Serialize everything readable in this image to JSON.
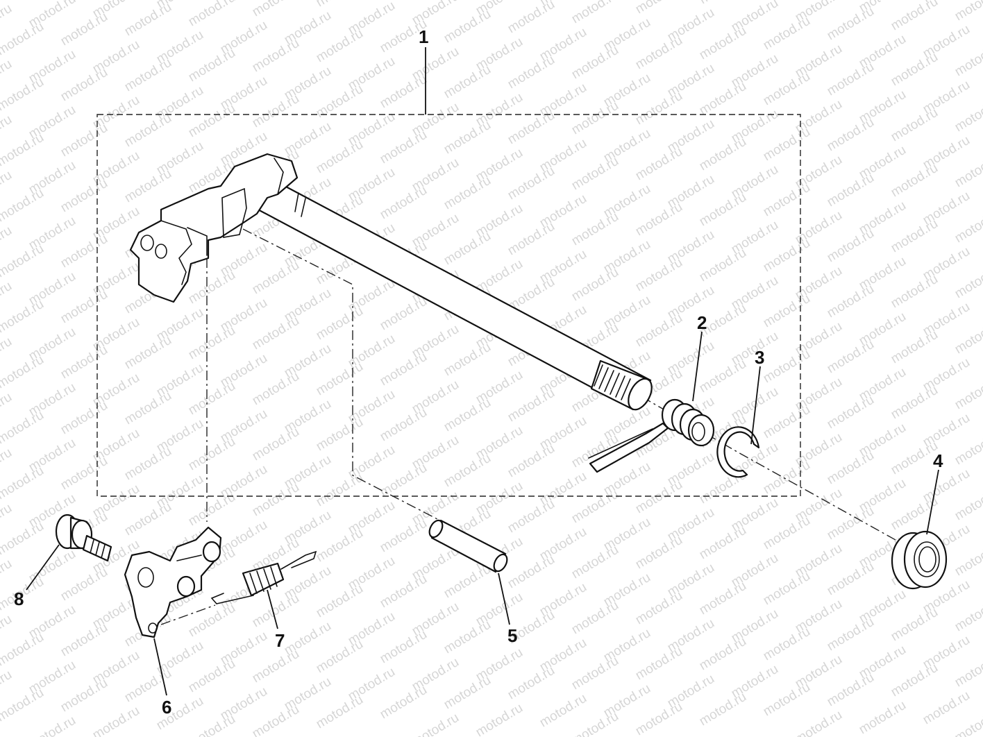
{
  "diagram": {
    "watermark": "motod.ru",
    "callouts": [
      {
        "id": "1",
        "label": "1"
      },
      {
        "id": "2",
        "label": "2"
      },
      {
        "id": "3",
        "label": "3"
      },
      {
        "id": "4",
        "label": "4"
      },
      {
        "id": "5",
        "label": "5"
      },
      {
        "id": "6",
        "label": "6"
      },
      {
        "id": "7",
        "label": "7"
      },
      {
        "id": "8",
        "label": "8"
      }
    ]
  }
}
